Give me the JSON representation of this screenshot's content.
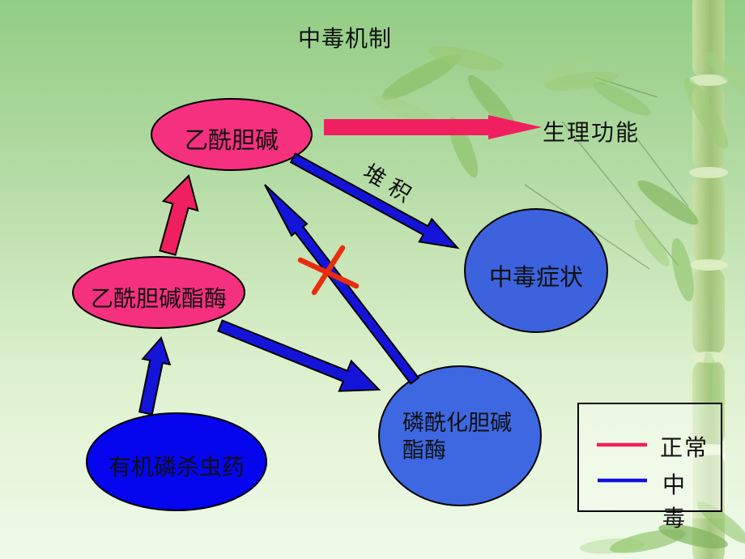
{
  "slide": {
    "title": "中毒机制"
  },
  "nodes": {
    "acetylcholine": {
      "label": "乙酰胆碱"
    },
    "acetylcholinesterase": {
      "label": "乙酰胆碱酯酶"
    },
    "poisoning_symptoms": {
      "label": "中毒症状"
    },
    "phosphorylated_cholinesterase": {
      "label": "磷酰化胆碱酯酶"
    },
    "organophosphate_insecticide": {
      "label": "有机磷杀虫药"
    }
  },
  "annotations": {
    "physiological_function": "生理功能",
    "accumulation": "堆积"
  },
  "legend": {
    "normal": {
      "label": "正常",
      "color": "#f02060"
    },
    "poisoned": {
      "label": "中毒",
      "color": "#1212dd"
    }
  },
  "colors": {
    "pink_shape": "#f5307e",
    "pink_arrow": "#f02060",
    "blue_node": "#3c63dd",
    "blue_node_alt": "#3e68e2",
    "blue_deep": "#0505ee",
    "blue_arrow": "#1414d8",
    "red_cross": "#e82e0e"
  }
}
